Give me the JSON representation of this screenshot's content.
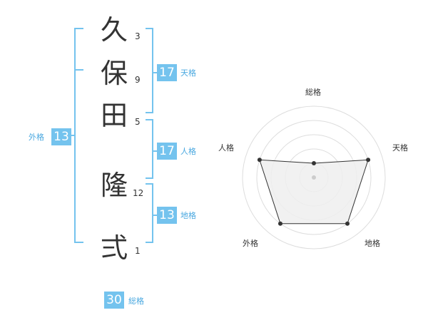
{
  "name": {
    "chars": [
      {
        "char": "久",
        "strokes": "3"
      },
      {
        "char": "保",
        "strokes": "9"
      },
      {
        "char": "田",
        "strokes": "5"
      },
      {
        "char": "隆",
        "strokes": "12"
      },
      {
        "char": "弍",
        "strokes": "1"
      }
    ]
  },
  "kaku": {
    "tenkaku": {
      "value": "17",
      "label": "天格"
    },
    "jinkaku": {
      "value": "17",
      "label": "人格"
    },
    "chikaku": {
      "value": "13",
      "label": "地格"
    },
    "gaikaku": {
      "value": "13",
      "label": "外格"
    },
    "soukaku": {
      "value": "30",
      "label": "総格"
    }
  },
  "colors": {
    "accent": "#74c3ee",
    "accent_text": "#4aa8e0",
    "bracket": "#74c3ee",
    "radar_fill": "#eeeeee",
    "radar_ring": "#dddddd"
  },
  "chart_data": {
    "type": "radar",
    "axes": [
      "総格",
      "天格",
      "地格",
      "外格",
      "人格"
    ],
    "values": [
      1,
      4,
      4,
      4,
      4
    ],
    "max": 5,
    "rings": 5
  }
}
